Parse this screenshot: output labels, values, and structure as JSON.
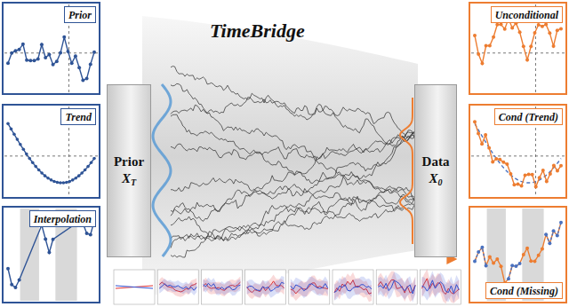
{
  "diagram": {
    "title": "TimeBridge",
    "nodes": [
      {
        "text": [
          "Prior"
        ]
      },
      {
        "text": [
          "Trend"
        ]
      },
      {
        "text": [
          "Interpolation"
        ]
      },
      {
        "text": [
          "Prior",
          "X",
          "T"
        ]
      },
      {
        "text": [
          "Data",
          "X",
          "0"
        ]
      },
      {
        "text": [
          "Unconditional"
        ]
      },
      {
        "text": [
          "Cond (Trend)"
        ]
      },
      {
        "text": [
          "Cond (Missing)"
        ]
      }
    ]
  }
}
